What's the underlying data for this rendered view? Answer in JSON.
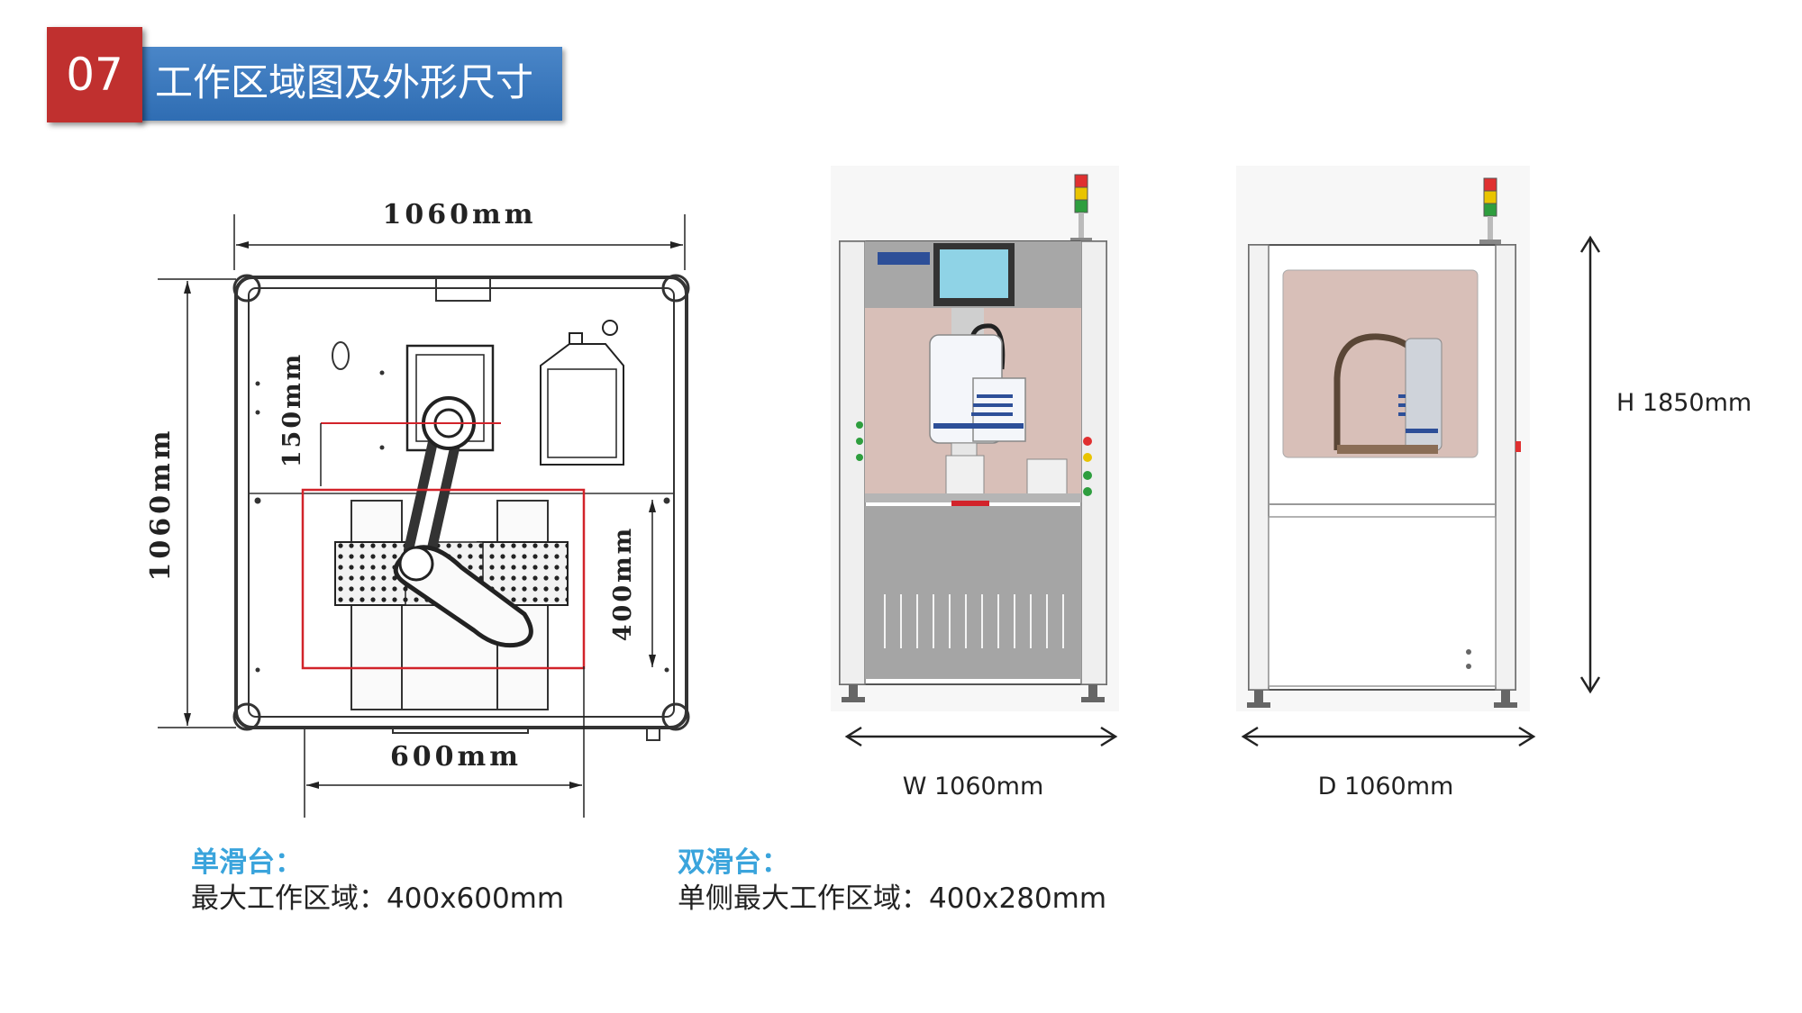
{
  "header": {
    "number": "07",
    "title": "工作区域图及外形尺寸"
  },
  "diagram": {
    "top_view": {
      "width_label": "1060mm",
      "height_label": "1060mm",
      "offset_label": "150mm",
      "work_height_label": "400mm",
      "work_width_label": "600mm"
    },
    "front_view": {
      "width_label": "W 1060mm"
    },
    "side_view": {
      "depth_label": "D 1060mm",
      "height_label": "H 1850mm"
    },
    "colors": {
      "work_area": "#d2232a",
      "chamber": "#d8bfb8",
      "screen": "#8fd3e6",
      "lamp_red": "#e03030",
      "lamp_yellow": "#e9c400",
      "lamp_green": "#2e9e3e"
    }
  },
  "captions": {
    "single": {
      "title": "单滑台：",
      "text": "最大工作区域：400x600mm"
    },
    "double": {
      "title": "双滑台：",
      "text": "单侧最大工作区域：400x280mm"
    }
  }
}
